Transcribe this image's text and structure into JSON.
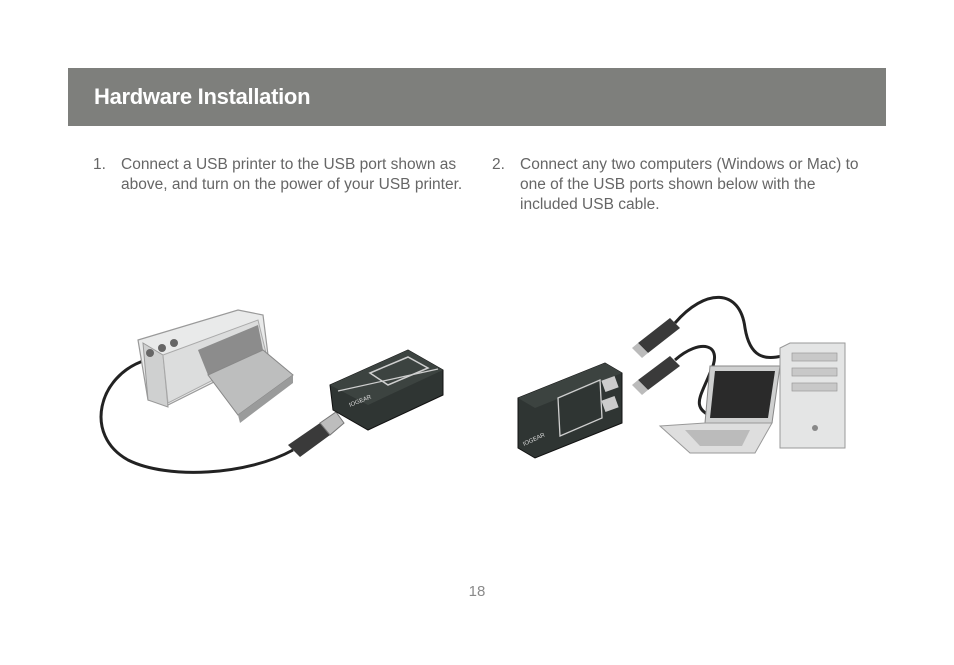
{
  "header": {
    "title": "Hardware Installation",
    "bar_color": "#7e7f7c"
  },
  "steps": [
    {
      "number": "1.",
      "text": "Connect a USB printer to the USB port shown as above, and turn on the power of your USB printer."
    },
    {
      "number": "2.",
      "text": "Connect any two computers (Windows or Mac) to one of the USB ports shown below with the included USB cable."
    }
  ],
  "illustrations": {
    "printer_label": "printer-to-usb-device",
    "computers_label": "computers-to-usb-device",
    "brand_text": "IOGEAR"
  },
  "page_number": "18"
}
